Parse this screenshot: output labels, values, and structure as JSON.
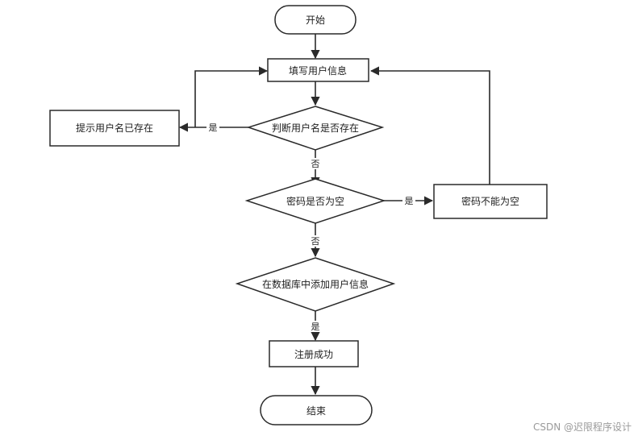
{
  "flowchart": {
    "nodes": {
      "start": "开始",
      "fill_info": "填写用户信息",
      "check_username": "判断用户名是否存在",
      "user_exists_tip": "提示用户名已存在",
      "check_password": "密码是否为空",
      "password_empty_tip": "密码不能为空",
      "add_to_db": "在数据库中添加用户信息",
      "register_success": "注册成功",
      "end": "结束"
    },
    "edge_labels": {
      "username_yes": "是",
      "username_no": "否",
      "password_yes": "是",
      "password_no": "否",
      "add_yes": "是"
    }
  },
  "watermark": "CSDN @迟限程序设计"
}
